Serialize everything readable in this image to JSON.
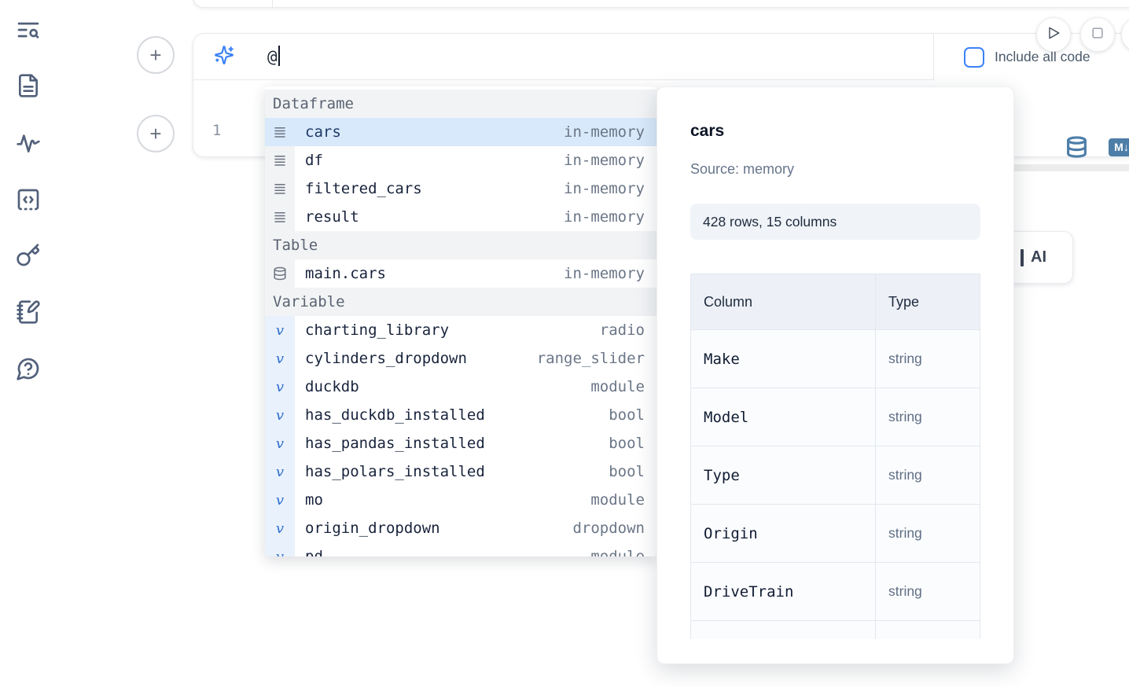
{
  "sidebar": {
    "items": [
      {
        "icon": "list-search-icon"
      },
      {
        "icon": "file-text-icon"
      },
      {
        "icon": "activity-icon"
      },
      {
        "icon": "code-snippet-icon"
      },
      {
        "icon": "key-icon"
      },
      {
        "icon": "notebook-pen-icon"
      },
      {
        "icon": "help-chat-icon"
      }
    ]
  },
  "cell": {
    "add_button_top": "+",
    "add_button_bottom": "+",
    "ai_input_value": "@",
    "include_all_code_label": "Include all code",
    "line_number": "1",
    "markdown_badge": "M↓"
  },
  "ai_button": {
    "visible_label": "AI"
  },
  "autocomplete": {
    "sections": [
      {
        "label": "Dataframe",
        "items": [
          {
            "name": "cars",
            "meta": "in-memory",
            "selected": true
          },
          {
            "name": "df",
            "meta": "in-memory"
          },
          {
            "name": "filtered_cars",
            "meta": "in-memory"
          },
          {
            "name": "result",
            "meta": "in-memory"
          }
        ]
      },
      {
        "label": "Table",
        "items": [
          {
            "name": "main.cars",
            "meta": "in-memory"
          }
        ]
      },
      {
        "label": "Variable",
        "items": [
          {
            "name": "charting_library",
            "meta": "radio"
          },
          {
            "name": "cylinders_dropdown",
            "meta": "range_slider"
          },
          {
            "name": "duckdb",
            "meta": "module"
          },
          {
            "name": "has_duckdb_installed",
            "meta": "bool"
          },
          {
            "name": "has_pandas_installed",
            "meta": "bool"
          },
          {
            "name": "has_polars_installed",
            "meta": "bool"
          },
          {
            "name": "mo",
            "meta": "module"
          },
          {
            "name": "origin_dropdown",
            "meta": "dropdown"
          },
          {
            "name": "pd",
            "meta": "module"
          }
        ]
      }
    ]
  },
  "preview": {
    "title": "cars",
    "source": "Source: memory",
    "shape": "428 rows, 15 columns",
    "table": {
      "headers": [
        "Column",
        "Type"
      ],
      "rows": [
        [
          "Make",
          "string"
        ],
        [
          "Model",
          "string"
        ],
        [
          "Type",
          "string"
        ],
        [
          "Origin",
          "string"
        ],
        [
          "DriveTrain",
          "string"
        ],
        [
          "",
          ""
        ]
      ]
    }
  },
  "colors": {
    "accent_blue": "#3b82f6",
    "selection_blue": "#d8e9fb",
    "steel_blue_icon": "#4d7ea8",
    "sidebar_icon": "#51607a",
    "muted_text": "#6b7687"
  }
}
